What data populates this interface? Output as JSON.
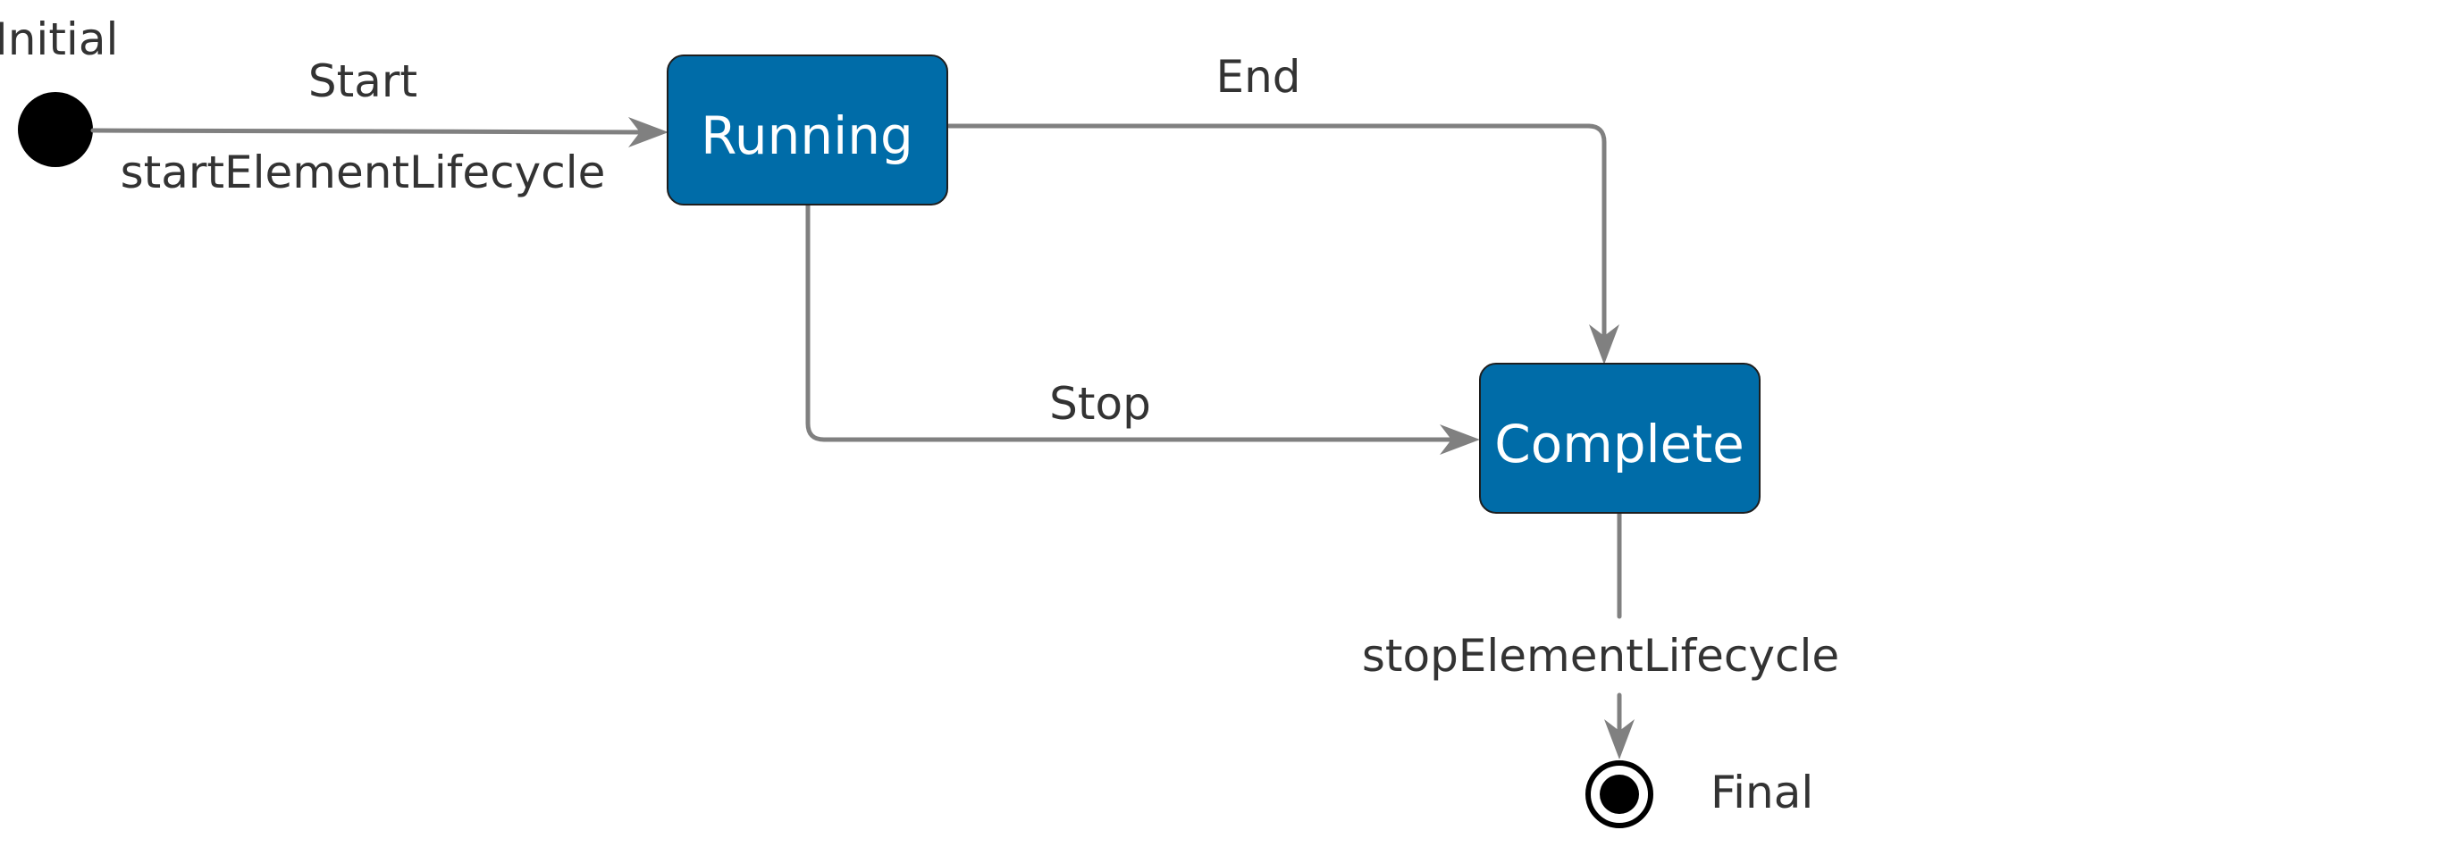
{
  "colors": {
    "state_fill": "#006ca8",
    "state_text": "#ffffff",
    "edge": "#808080",
    "label_text": "#333333",
    "pseudo_fill": "#000000"
  },
  "pseudostates": {
    "initial": "Initial",
    "final": "Final"
  },
  "states": {
    "running": "Running",
    "complete": "Complete"
  },
  "transitions": {
    "start_trigger": "Start",
    "start_action": "startElementLifecycle",
    "end": "End",
    "stop": "Stop",
    "final_action": "stopElementLifecycle"
  }
}
